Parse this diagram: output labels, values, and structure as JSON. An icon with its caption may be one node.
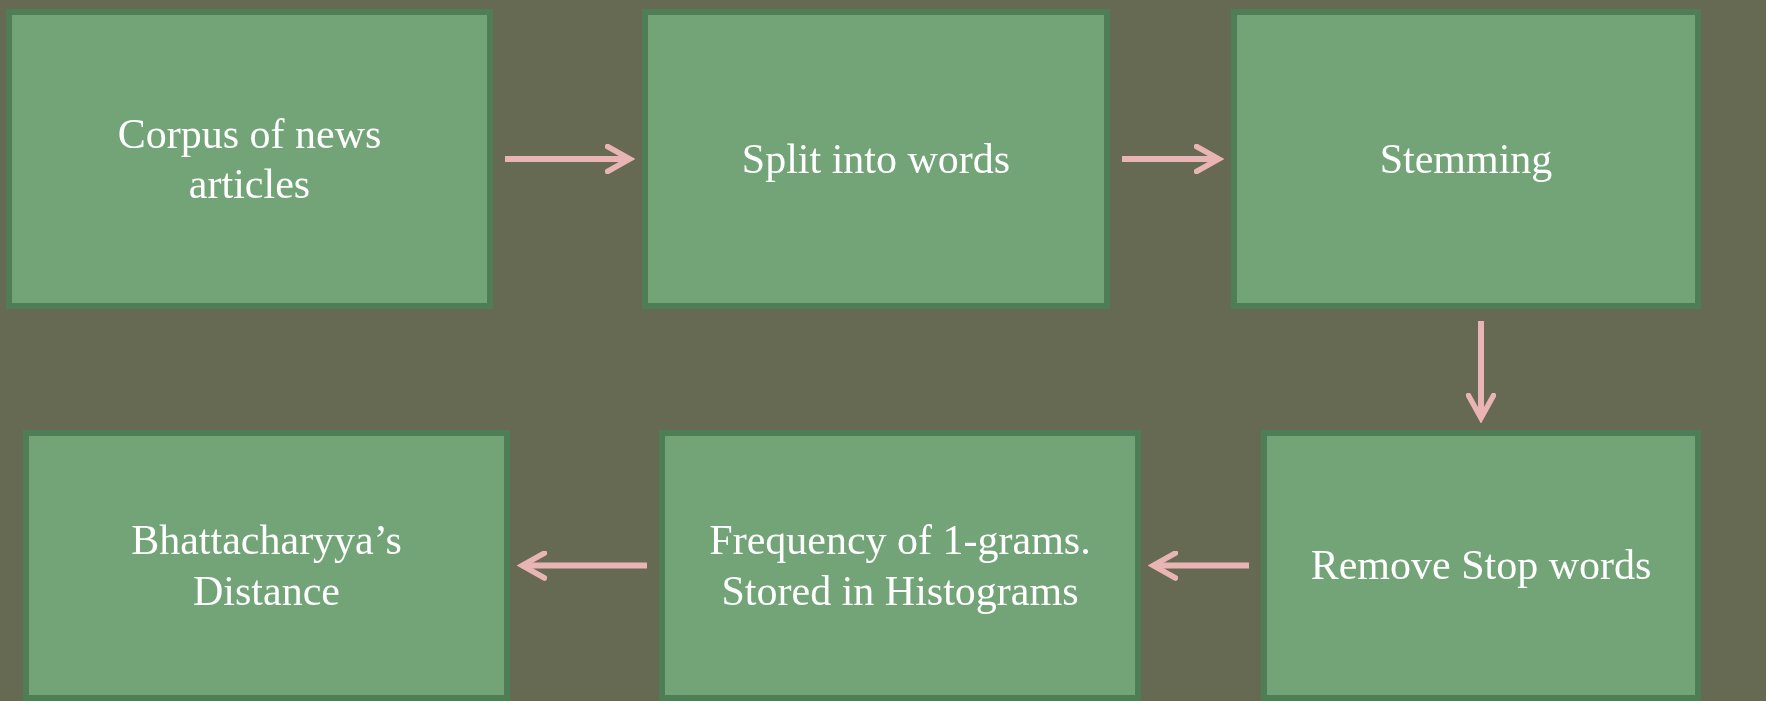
{
  "diagram": {
    "nodes": [
      {
        "text": [
          "Corpus of news articles"
        ]
      },
      {
        "text": [
          "Split into words"
        ]
      },
      {
        "text": [
          "Stemming"
        ]
      },
      {
        "text": [
          "Remove Stop words"
        ]
      },
      {
        "text": [
          "Frequency of 1-grams. Stored in Histograms"
        ]
      },
      {
        "text": [
          "Bhattacharyya’s Distance"
        ]
      }
    ],
    "edges": [
      {
        "from": 0,
        "to": 1,
        "arrow": "to"
      },
      {
        "from": 1,
        "to": 2,
        "arrow": "to"
      },
      {
        "from": 2,
        "to": 3,
        "arrow": "to"
      },
      {
        "from": 3,
        "to": 4,
        "arrow": "to"
      },
      {
        "from": 4,
        "to": 5,
        "arrow": "to"
      }
    ]
  }
}
